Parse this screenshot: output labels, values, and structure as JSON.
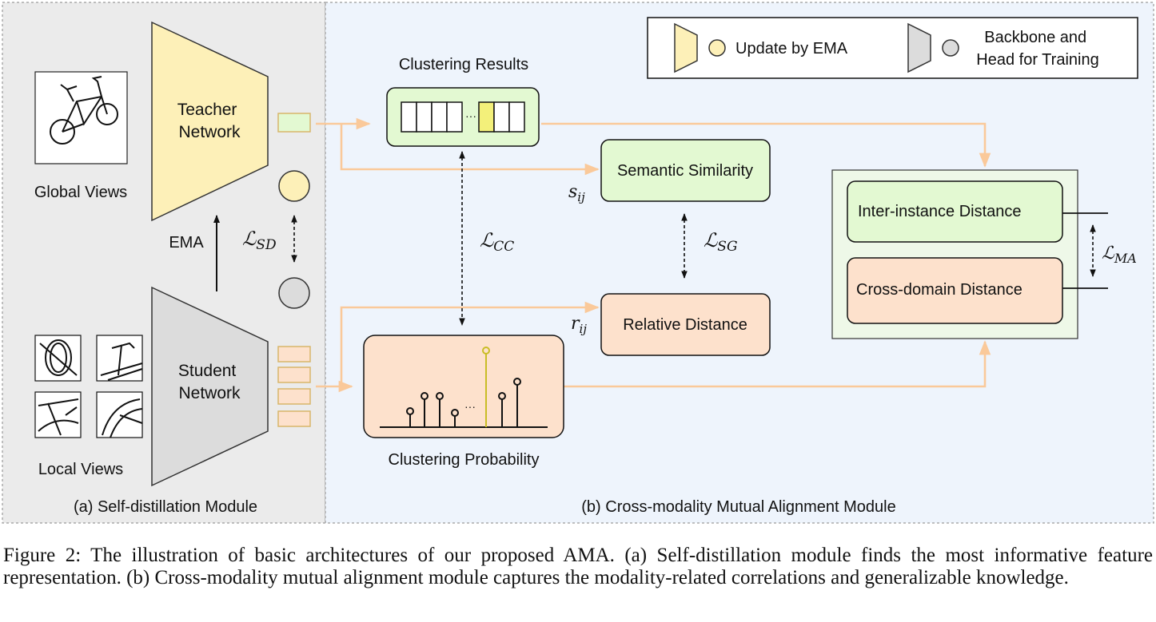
{
  "panel_a": {
    "caption": "(a) Self-distillation Module",
    "teacher_label": [
      "Teacher",
      "Network"
    ],
    "student_label": [
      "Student",
      "Network"
    ],
    "global_views": "Global Views",
    "local_views": "Local Views",
    "ema": "EMA",
    "loss_sd": {
      "base": "ℒ",
      "sub": "SD"
    }
  },
  "panel_b": {
    "caption": "(b) Cross-modality Mutual Alignment Module",
    "clustering_results": "Clustering Results",
    "clustering_probability": "Clustering Probability",
    "ellipsis": "···",
    "semantic_similarity": "Semantic Similarity",
    "relative_distance": "Relative Distance",
    "inter_instance": "Inter-instance Distance",
    "cross_domain": "Cross-domain Distance",
    "s_ij": {
      "base": "s",
      "sub": "ij"
    },
    "r_ij": {
      "base": "r",
      "sub": "ij"
    },
    "loss_cc": {
      "base": "ℒ",
      "sub": "CC"
    },
    "loss_sg": {
      "base": "ℒ",
      "sub": "SG"
    },
    "loss_ma": {
      "base": "ℒ",
      "sub": "MA"
    }
  },
  "legend": {
    "ema_item": "Update by EMA",
    "train_item": [
      "Backbone and",
      "Head for Training"
    ]
  },
  "colors": {
    "panel_a_bg": "#ebebeb",
    "panel_b_bg": "#eef4fc",
    "teacher_fill": "#fdf0b8",
    "teacher_stroke": "#d8c25a",
    "student_fill": "#dcdcdc",
    "green_box": "#e3f9d2",
    "orange_box": "#fde1cc",
    "arrow_orange": "#fac99a",
    "highlight_yellow": "#f3f07a",
    "spike_yellow": "#c9bd25"
  },
  "caption": "Figure 2: The illustration of basic architectures of our proposed AMA. (a) Self-distillation module finds the most informative feature representation. (b) Cross-modality mutual alignment module captures the modality-related correlations and generalizable knowledge."
}
